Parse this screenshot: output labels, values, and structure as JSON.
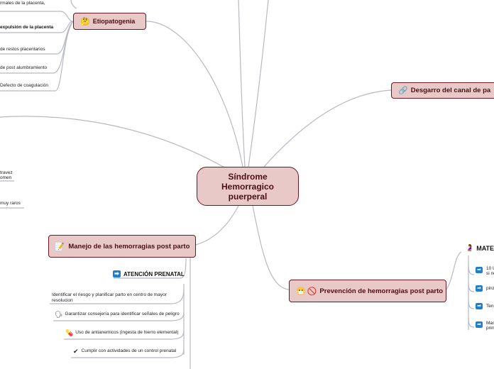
{
  "central": {
    "label": "Síndrome Hemorragico puerperal"
  },
  "etiopatogenia": {
    "icon": "thinking-face-icon",
    "label": "Etiopatogenia",
    "leaves": [
      "rmales de la placenta,",
      "expulsión de la placenta",
      "de restos placentarios",
      "de post alumbramiento",
      "Defecto de coagulación"
    ]
  },
  "desgarro": {
    "icon": "chain-icon",
    "label": "Desgarro del canal de pa"
  },
  "left_fragments": [
    "travez",
    "omen",
    "muy raros"
  ],
  "manejo": {
    "icon": "memo-icon",
    "label": "Manejo de las hemorragias post parto",
    "header": "ATENCIÓN PRENATAL",
    "items": [
      {
        "icon": "",
        "text": "Identificar el riesgo y planificar parto en centro de mayor resolucion"
      },
      {
        "icon": "speaking-head-icon",
        "text": "Garantizar consejería para identificar señales de peligro"
      },
      {
        "icon": "pill-icon",
        "text": "Uso de antianemicos (ingesta de hierro elemental)"
      },
      {
        "icon": "check-mark-icon",
        "text": "Cumplir con actividades de un control prenatal"
      }
    ]
  },
  "prevencion": {
    "icon": "mask-face-icon",
    "icon2": "no-entry-icon",
    "label": "Prevención de hemorragias post parto"
  },
  "mate": {
    "icon": "woman-icon",
    "label": "MATE",
    "items": [
      {
        "line1": "10 U",
        "line2": "si no"
      },
      {
        "line1": "pinza",
        "line2": ""
      },
      {
        "line1": "Tensi",
        "line2": ""
      },
      {
        "line1": "Masa",
        "line2": "prime"
      }
    ]
  },
  "colors": {
    "node_fill": "#e9c8c8",
    "node_border": "#6b1822",
    "node_text": "#4a0f16",
    "connector": "#b7b9c4",
    "arrow_box": "#1e7fd0"
  }
}
